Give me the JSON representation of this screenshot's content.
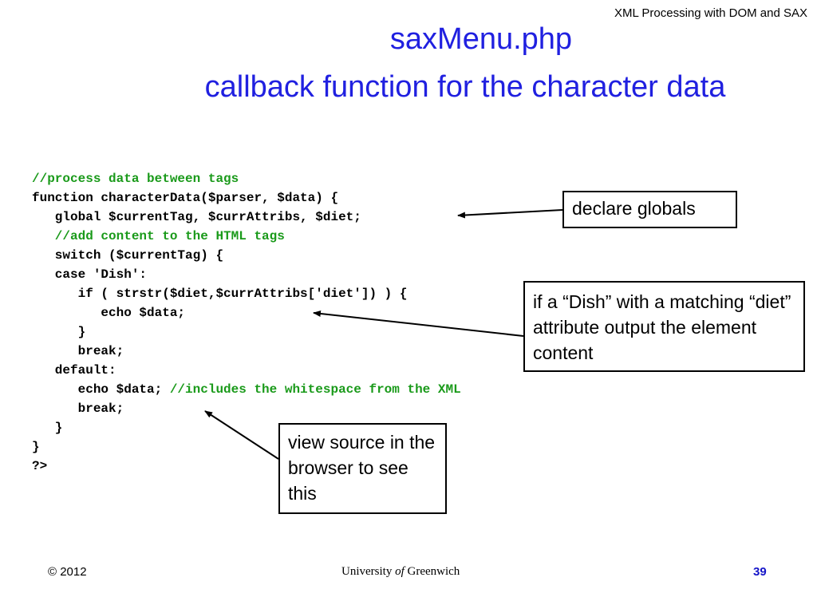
{
  "header": {
    "text": "XML Processing with DOM and SAX"
  },
  "title": {
    "line1": "saxMenu.php",
    "line2": "callback function for the character data"
  },
  "code": {
    "lines": [
      [
        {
          "t": "//process data between tags",
          "c": true
        }
      ],
      [
        {
          "t": "function characterData($parser, $data) {",
          "c": false
        }
      ],
      [
        {
          "t": "   global $currentTag, $currAttribs, $diet;",
          "c": false
        }
      ],
      [
        {
          "t": "   //add content to the HTML tags",
          "c": true
        }
      ],
      [
        {
          "t": "   switch ($currentTag) {",
          "c": false
        }
      ],
      [
        {
          "t": "   case 'Dish':",
          "c": false
        }
      ],
      [
        {
          "t": "      if ( strstr($diet,$currAttribs['diet']) ) {",
          "c": false
        }
      ],
      [
        {
          "t": "         echo $data;",
          "c": false
        }
      ],
      [
        {
          "t": "      }",
          "c": false
        }
      ],
      [
        {
          "t": "      break;",
          "c": false
        }
      ],
      [
        {
          "t": "   default:",
          "c": false
        }
      ],
      [
        {
          "t": "      echo $data; ",
          "c": false
        },
        {
          "t": "//includes the whitespace from the XML",
          "c": true
        }
      ],
      [
        {
          "t": "      break;",
          "c": false
        }
      ],
      [
        {
          "t": "   }",
          "c": false
        }
      ],
      [
        {
          "t": "}",
          "c": false
        }
      ],
      [
        {
          "t": "?>",
          "c": false
        }
      ]
    ]
  },
  "callouts": {
    "declare": "declare globals",
    "dish": "if a “Dish” with a matching “diet” attribute output the element content",
    "view": "view source in the browser to see this"
  },
  "footer": {
    "copyright": "© 2012",
    "university_pre": "University ",
    "university_of": "of",
    "university_post": " Greenwich",
    "page": "39"
  }
}
